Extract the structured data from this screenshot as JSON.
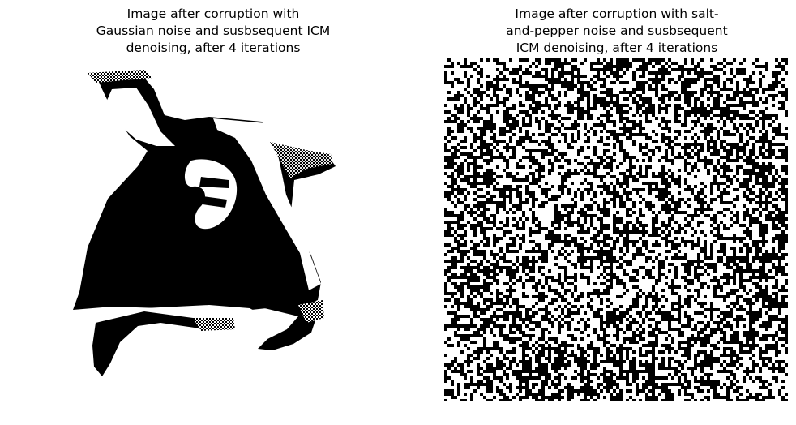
{
  "panels": [
    {
      "title": "Image after corruption with\nGaussian noise and susbsequent ICM\ndenoising, after 4 iterations",
      "image": "cow-head-binary-denoised"
    },
    {
      "title": "Image after corruption with salt-\nand-pepper noise and susbsequent\nICM denoising, after 4 iterations",
      "image": "salt-and-pepper-noise-binary"
    }
  ],
  "colors": {
    "foreground": "#000000",
    "background": "#ffffff"
  }
}
